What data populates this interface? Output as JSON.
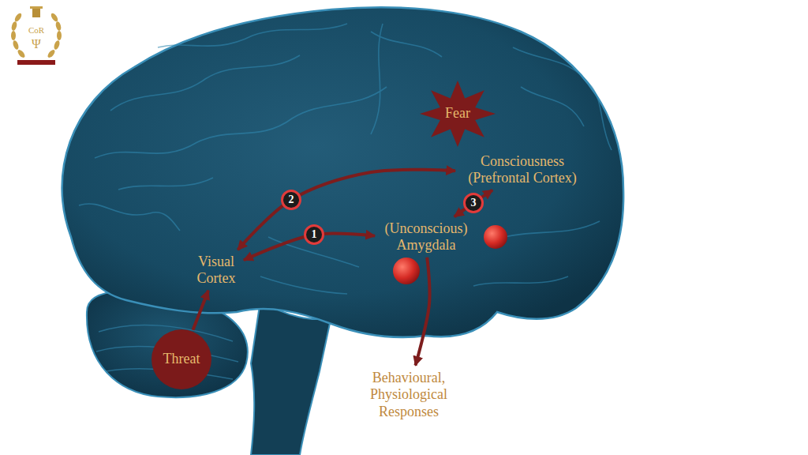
{
  "diagram": {
    "nodes": [
      {
        "text": [
          "Fear"
        ]
      },
      {
        "text": [
          "Consciousness (Prefrontal Cortex)"
        ]
      },
      {
        "text": [
          "(Unconscious) Amygdala"
        ]
      },
      {
        "text": [
          "Visual Cortex"
        ]
      },
      {
        "text": [
          "Threat"
        ]
      },
      {
        "text": [
          "Behavioural, Physiological Responses"
        ]
      }
    ],
    "edges": [
      {
        "from": 4,
        "to": 3,
        "arrow": "to"
      },
      {
        "from": 3,
        "to": 2,
        "label": "1",
        "arrow": "both"
      },
      {
        "from": 3,
        "to": 1,
        "label": "2",
        "arrow": "both"
      },
      {
        "from": 2,
        "to": 1,
        "label": "3",
        "arrow": "both"
      },
      {
        "from": 2,
        "to": 5,
        "arrow": "to"
      }
    ],
    "labels": [
      "CoR",
      "Ψ"
    ]
  }
}
